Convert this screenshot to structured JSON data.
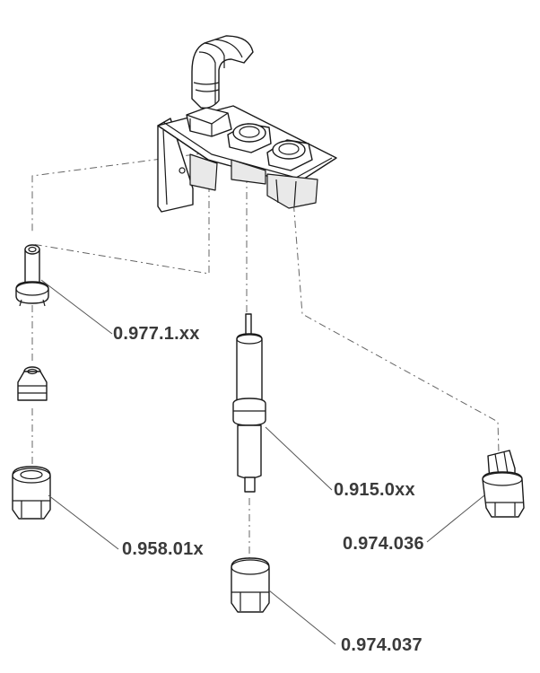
{
  "labels": {
    "electrode_sleeve": "0.977.1.xx",
    "electrode": "0.915.0xx",
    "nut_left": "0.958.01x",
    "nut_center": "0.974.037",
    "nut_right": "0.974.036"
  }
}
